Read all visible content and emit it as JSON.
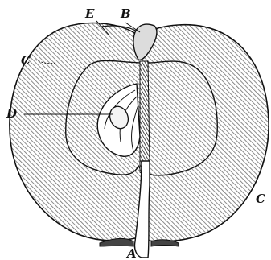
{
  "figure": {
    "labels": {
      "A": "A",
      "B": "B",
      "C_left": "C",
      "C_right": "C",
      "D": "D",
      "E": "E"
    },
    "colors": {
      "ink": "#111111",
      "hatch": "#8a8a8a",
      "background": "#ffffff"
    }
  }
}
